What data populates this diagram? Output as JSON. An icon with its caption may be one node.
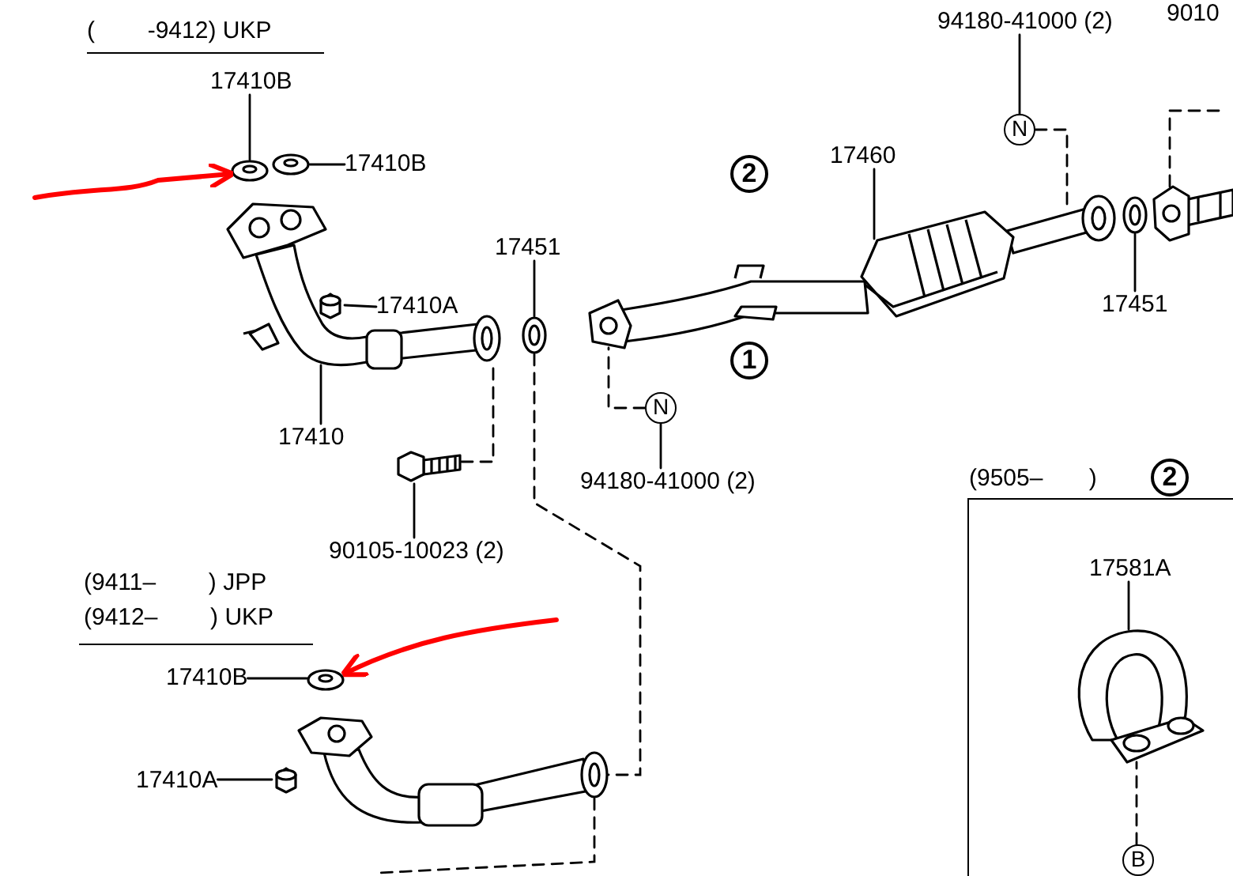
{
  "diagram": {
    "nodes": [
      {
        "text": [
          "17410B"
        ]
      },
      {
        "text": [],
        "shape": "picture"
      },
      {
        "text": [
          "17410B"
        ]
      },
      {
        "text": [],
        "shape": "picture"
      },
      {
        "text": [
          "17410A"
        ]
      },
      {
        "text": [],
        "shape": "picture"
      },
      {
        "text": [
          "17410"
        ]
      },
      {
        "text": [],
        "shape": "picture"
      },
      {
        "text": [
          "17451"
        ]
      },
      {
        "text": [],
        "shape": "picture"
      },
      {
        "text": [
          "90105-10023 (2)"
        ]
      },
      {
        "text": [],
        "shape": "picture"
      },
      {
        "text": [
          "N"
        ]
      },
      {
        "text": [
          "94180-41000 (2)"
        ]
      },
      {
        "text": [],
        "shape": "picture"
      },
      {
        "text": [
          "17460"
        ]
      },
      {
        "text": [
          "N"
        ]
      },
      {
        "text": [
          "94180-41000 (2)"
        ]
      },
      {
        "text": [
          "17451"
        ]
      },
      {
        "text": [],
        "shape": "picture"
      },
      {
        "text": [],
        "shape": "picture"
      },
      {
        "text": [
          "(9505–       )",
          "2"
        ]
      },
      {
        "text": [
          "17581A"
        ],
        "in": 21
      },
      {
        "text": [],
        "shape": "picture",
        "in": 21
      },
      {
        "text": [
          "B"
        ],
        "in": 21
      },
      {
        "text": [
          "17410B"
        ]
      },
      {
        "text": [],
        "shape": "picture"
      },
      {
        "text": [
          "17410A"
        ]
      },
      {
        "text": [],
        "shape": "picture"
      },
      {
        "text": [],
        "shape": "picture"
      }
    ],
    "edges": [
      {
        "from": 0,
        "to": 1,
        "arrow": "none"
      },
      {
        "from": 2,
        "to": 3,
        "arrow": "none"
      },
      {
        "from": 4,
        "to": 5,
        "arrow": "none"
      },
      {
        "from": 6,
        "to": 7,
        "arrow": "none"
      },
      {
        "from": 8,
        "to": 9,
        "arrow": "none"
      },
      {
        "from": 10,
        "to": 11,
        "arrow": "none"
      },
      {
        "from": 13,
        "to": 12,
        "arrow": "none"
      },
      {
        "from": 12,
        "to": 14,
        "arrow": "none",
        "style": "dashed"
      },
      {
        "from": 15,
        "to": 14,
        "arrow": "none"
      },
      {
        "from": 17,
        "to": 16,
        "arrow": "none"
      },
      {
        "from": 16,
        "to": 14,
        "arrow": "none",
        "style": "dashed"
      },
      {
        "from": 18,
        "to": 19,
        "arrow": "none"
      },
      {
        "from": 22,
        "to": 23,
        "arrow": "none"
      },
      {
        "from": 24,
        "to": 23,
        "arrow": "none",
        "style": "dashed"
      },
      {
        "from": 25,
        "to": 26,
        "arrow": "none"
      },
      {
        "from": 27,
        "to": 28,
        "arrow": "none"
      },
      {
        "from": 11,
        "to": 7,
        "arrow": "none",
        "style": "dashed"
      },
      {
        "from": 9,
        "to": 29,
        "arrow": "none",
        "style": "dashed"
      },
      {
        "from": null,
        "to": 1,
        "arrow": "to",
        "style": "thick",
        "color": "#ff0000"
      },
      {
        "from": null,
        "to": 26,
        "arrow": "to",
        "style": "thick",
        "color": "#ff0000"
      },
      {
        "from": 20,
        "to": null,
        "arrow": "none",
        "style": "dashed"
      },
      {
        "from": 29,
        "to": null,
        "arrow": "none",
        "style": "dashed"
      }
    ],
    "labels": [
      "9010",
      "(        -9412) UKP",
      "2",
      "1",
      "(9411–        ) JPP",
      "(9412–        ) UKP"
    ]
  }
}
